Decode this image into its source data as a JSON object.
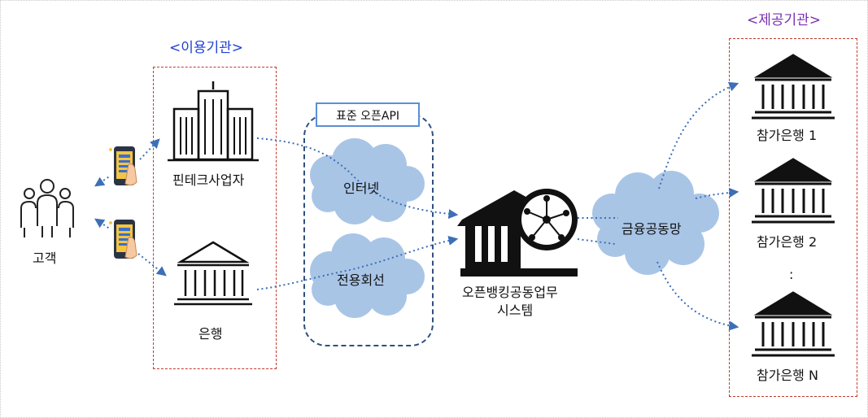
{
  "groups": {
    "user_institutions": "<이용기관>",
    "provider_institutions": "<제공기관>"
  },
  "api_tag": "표준 오픈API",
  "nodes": {
    "customer": "고객",
    "fintech": "핀테크사업자",
    "bank": "은행",
    "internet": "인터넷",
    "dedicated_line": "전용회선",
    "system_line1": "오픈뱅킹공동업무",
    "system_line2": "시스템",
    "financial_network": "금융공동망",
    "bank1": "참가은행 1",
    "bank2": "참가은행 2",
    "ellipsis": ":",
    "bankN": "참가은행 N"
  },
  "colors": {
    "user_group_label": "#1f3fd1",
    "provider_group_label": "#7a2fb3",
    "box_border": "#c0392b",
    "api_border": "#5b8fd6",
    "cloud_fill": "#a9c5e6",
    "connector": "#3d6fb6"
  }
}
